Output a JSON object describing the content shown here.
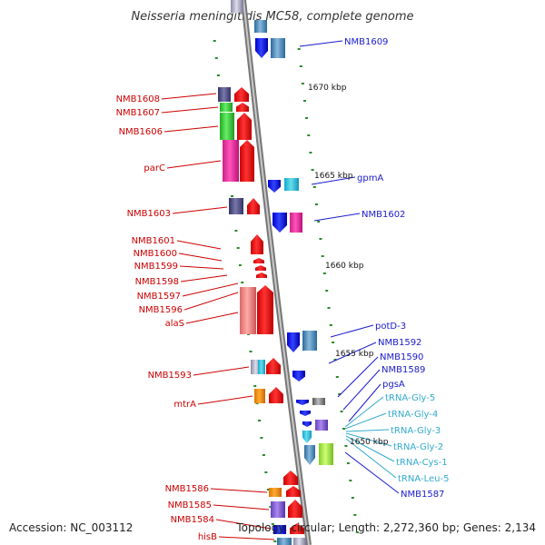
{
  "title": "Neisseria meningitidis MC58, complete genome",
  "footer": {
    "accession": "Accession: NC_003112",
    "topology": "Topology: circular; Length: 2,272,360 bp; Genes: 2,134"
  },
  "scale_ticks": [
    "1670 kbp",
    "1665 kbp",
    "1660 kbp",
    "1655 kbp",
    "1650 kbp"
  ],
  "left_labels": [
    "NMB1608",
    "NMB1607",
    "NMB1606",
    "parC",
    "NMB1603",
    "NMB1601",
    "NMB1600",
    "NMB1599",
    "NMB1598",
    "NMB1597",
    "NMB1596",
    "alaS",
    "NMB1593",
    "mtrA",
    "NMB1586",
    "NMB1585",
    "NMB1584",
    "hisB"
  ],
  "right_labels": [
    "NMB1609",
    "gpmA",
    "NMB1602",
    "potD-3",
    "NMB1592",
    "NMB1590",
    "NMB1589",
    "pgsA",
    "NMB1587"
  ],
  "rna_labels": [
    "tRNA-Gly-5",
    "tRNA-Gly-4",
    "tRNA-Gly-3",
    "tRNA-Gly-2",
    "tRNA-Cys-1",
    "tRNA-Leu-5"
  ],
  "colors": {
    "left_label": "#cc0000",
    "right_label": "#1a1acc",
    "rna_label": "#33aacc",
    "backbone": "#888888",
    "tick": "#2a8a2a"
  }
}
